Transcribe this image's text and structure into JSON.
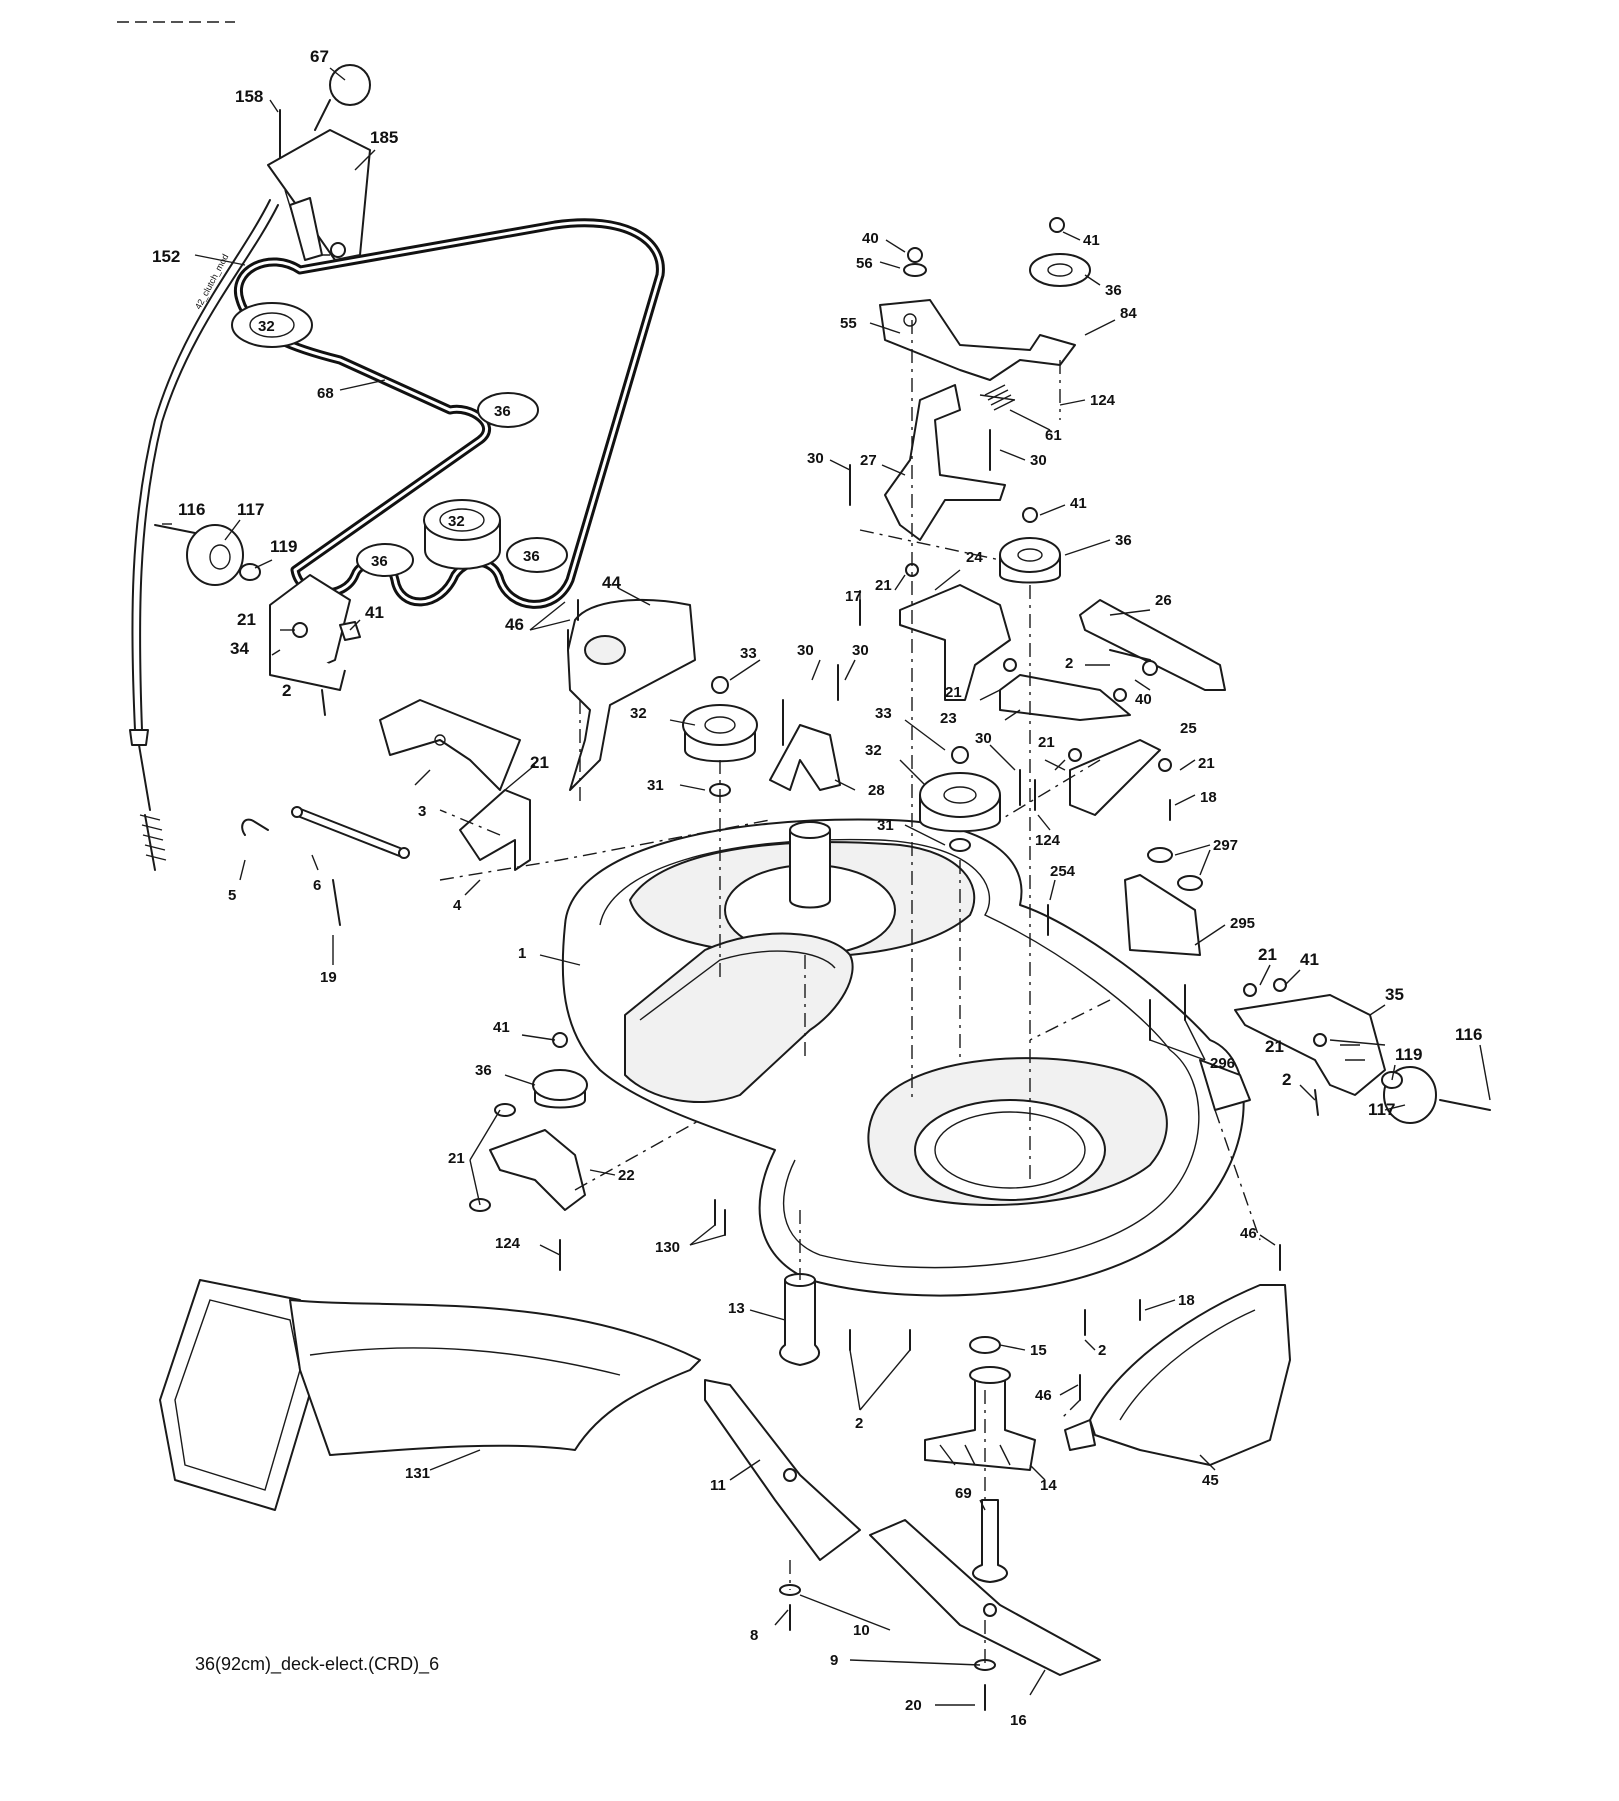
{
  "caption": "36(92cm)_deck-elect.(CRD)_6",
  "cable_print": "42_clutch_mod",
  "pulley_labels": {
    "p32_top": "32",
    "p32_mid": "32",
    "p36_a": "36",
    "p36_b": "36",
    "p36_c": "36"
  },
  "labels": {
    "l67": "67",
    "l158": "158",
    "l185": "185",
    "l152": "152",
    "l68": "68",
    "l116a": "116",
    "l117a": "117",
    "l119a": "119",
    "l21a": "21",
    "l41a": "41",
    "l34": "34",
    "l2a": "2",
    "l44": "44",
    "l46a": "46",
    "l3": "3",
    "l21b": "21",
    "l5": "5",
    "l6": "6",
    "l4": "4",
    "l19": "19",
    "l40a": "40",
    "l56": "56",
    "l41b": "41",
    "l36a": "36",
    "l84": "84",
    "l55": "55",
    "l124a": "124",
    "l61": "61",
    "l30a": "30",
    "l27": "27",
    "l30b": "30",
    "l41c": "41",
    "l36b": "36",
    "l17": "17",
    "l21c": "21",
    "l24": "24",
    "l26": "26",
    "l2b": "2",
    "l40b": "40",
    "l21d": "21",
    "l23": "23",
    "l33a": "33",
    "l30c": "30",
    "l30d": "30",
    "l32a": "32",
    "l31a": "31",
    "l28": "28",
    "l33b": "33",
    "l30e": "30",
    "l32b": "32",
    "l31b": "31",
    "l124b": "124",
    "l21e": "21",
    "l25": "25",
    "l21f": "21",
    "l18a": "18",
    "l297": "297",
    "l254": "254",
    "l295": "295",
    "l1": "1",
    "l21g": "21",
    "l41d": "41",
    "l35": "35",
    "l21h": "21",
    "l119b": "119",
    "l116b": "116",
    "l2c": "2",
    "l117b": "117",
    "l296": "296",
    "l41e": "41",
    "l36c": "36",
    "l21i": "21",
    "l22": "22",
    "l124c": "124",
    "l130": "130",
    "l46b": "46",
    "l13": "13",
    "l18b": "18",
    "l15": "15",
    "l2d": "2",
    "l46c": "46",
    "l2e": "2",
    "l131": "131",
    "l11": "11",
    "l14": "14",
    "l45": "45",
    "l69": "69",
    "l8": "8",
    "l10": "10",
    "l9": "9",
    "l20": "20",
    "l16": "16"
  }
}
